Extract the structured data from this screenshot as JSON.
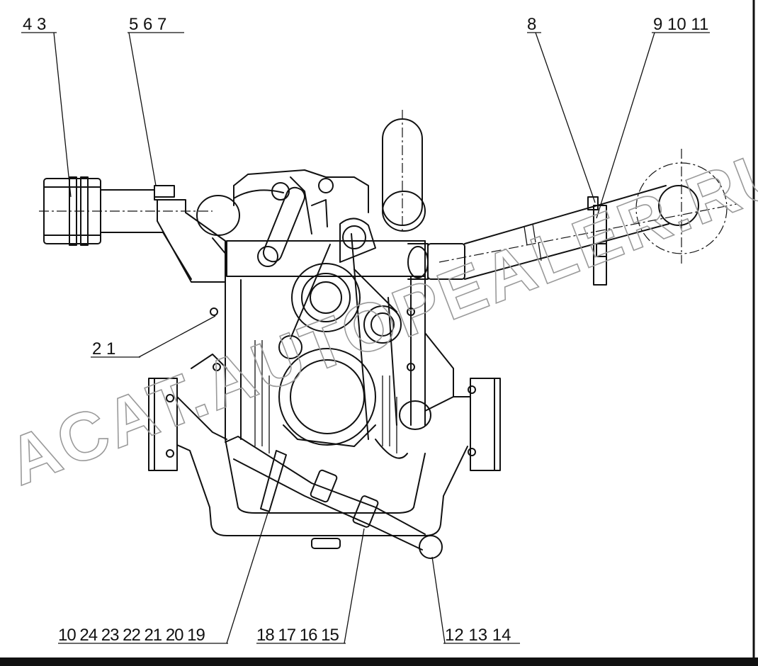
{
  "callouts": {
    "c_4_3": "4  3",
    "c_5_6_7": "5  6  7",
    "c_8": "8",
    "c_9_10_11": "9 10 11",
    "c_2_1": "2  1",
    "c_bottom_left": "10 24 23 22 21 20  19",
    "c_bottom_mid": "18 17 16 15",
    "c_bottom_right": "12  13  14"
  },
  "watermark": "ACAT.AUTOPEALER.RU"
}
